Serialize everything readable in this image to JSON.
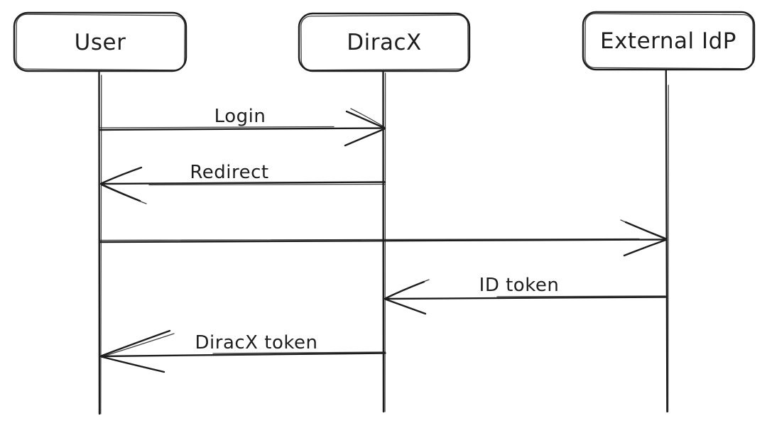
{
  "diagram": {
    "type": "sequence-diagram",
    "style": "hand-drawn-sketch",
    "colors": {
      "background": "#ffffff",
      "stroke": "#1e1e1e",
      "text": "#1e1e1e"
    },
    "actors": [
      {
        "id": "user",
        "label": "User"
      },
      {
        "id": "diracx",
        "label": "DiracX"
      },
      {
        "id": "external_idp",
        "label": "External IdP"
      }
    ],
    "messages": [
      {
        "from": "User",
        "to": "DiracX",
        "label": "Login",
        "direction": "right"
      },
      {
        "from": "DiracX",
        "to": "User",
        "label": "Redirect",
        "direction": "left"
      },
      {
        "from": "User",
        "to": "External IdP",
        "label": "",
        "direction": "right"
      },
      {
        "from": "External IdP",
        "to": "DiracX",
        "label": "ID token",
        "direction": "left"
      },
      {
        "from": "DiracX",
        "to": "User",
        "label": "DiracX token",
        "direction": "left"
      }
    ]
  }
}
